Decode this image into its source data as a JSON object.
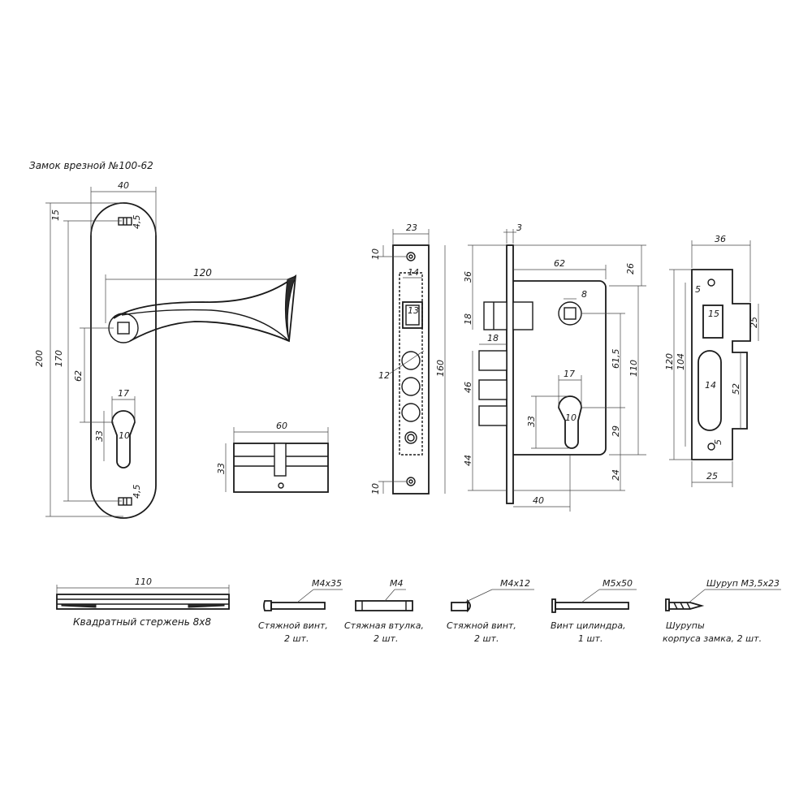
{
  "title": "Замок врезной №100-62",
  "handle_plate": {
    "dims": {
      "width": "40",
      "height_total": "200",
      "height_holes": "170",
      "top_hole": "15",
      "hole_top": "4,5",
      "hole_bottom": "4,5",
      "lever_length": "120",
      "spindle_to_cyl": "62",
      "cyl_width": "17",
      "cyl_height": "33",
      "cyl_hole": "10"
    }
  },
  "cylinder": {
    "dims": {
      "length": "60",
      "height": "33"
    }
  },
  "faceplate": {
    "dims": {
      "width": "23",
      "top_hole": "10",
      "bottom_hole": "10",
      "latch_window": "14",
      "square": "13",
      "bolt_dia": "12",
      "height": "160"
    }
  },
  "lock_body": {
    "dims": {
      "thickness": "3",
      "backset": "62",
      "top_offset": "26",
      "latch_height": "36",
      "latch_proj": "18",
      "spindle_square": "8",
      "bolt_proj": "18",
      "spindle_to_cyl": "61,5",
      "body_height": "110",
      "bolt_offset_1": "46",
      "bolt_offset_2": "44",
      "cyl_width": "17",
      "cyl_height": "33",
      "cyl_hole": "10",
      "cyl_to_bottom": "29",
      "bottom": "24",
      "backset_bottom": "40"
    }
  },
  "strike_plate": {
    "dims": {
      "width": "36",
      "screw_r": "5",
      "latch_h": "25",
      "latch_w": "15",
      "height": "120",
      "inner_height": "104",
      "slot_w": "14",
      "slot_h": "52",
      "screw_r2": "5",
      "bottom_width": "25"
    }
  },
  "parts": [
    {
      "top_label": "110",
      "caption_1": "Квадратный стержень 8х8",
      "caption_2": ""
    },
    {
      "top_label": "M4x35",
      "caption_1": "Стяжной винт,",
      "caption_2": "2 шт."
    },
    {
      "top_label": "M4",
      "caption_1": "Стяжная втулка,",
      "caption_2": "2 шт."
    },
    {
      "top_label": "M4x12",
      "caption_1": "Стяжной винт,",
      "caption_2": "2 шт."
    },
    {
      "top_label": "M5x50",
      "caption_1": "Винт цилиндра,",
      "caption_2": "1 шт."
    },
    {
      "top_label": "Шуруп M3,5x23",
      "caption_1": "Шурупы",
      "caption_2": "корпуса замка, 2 шт."
    }
  ]
}
